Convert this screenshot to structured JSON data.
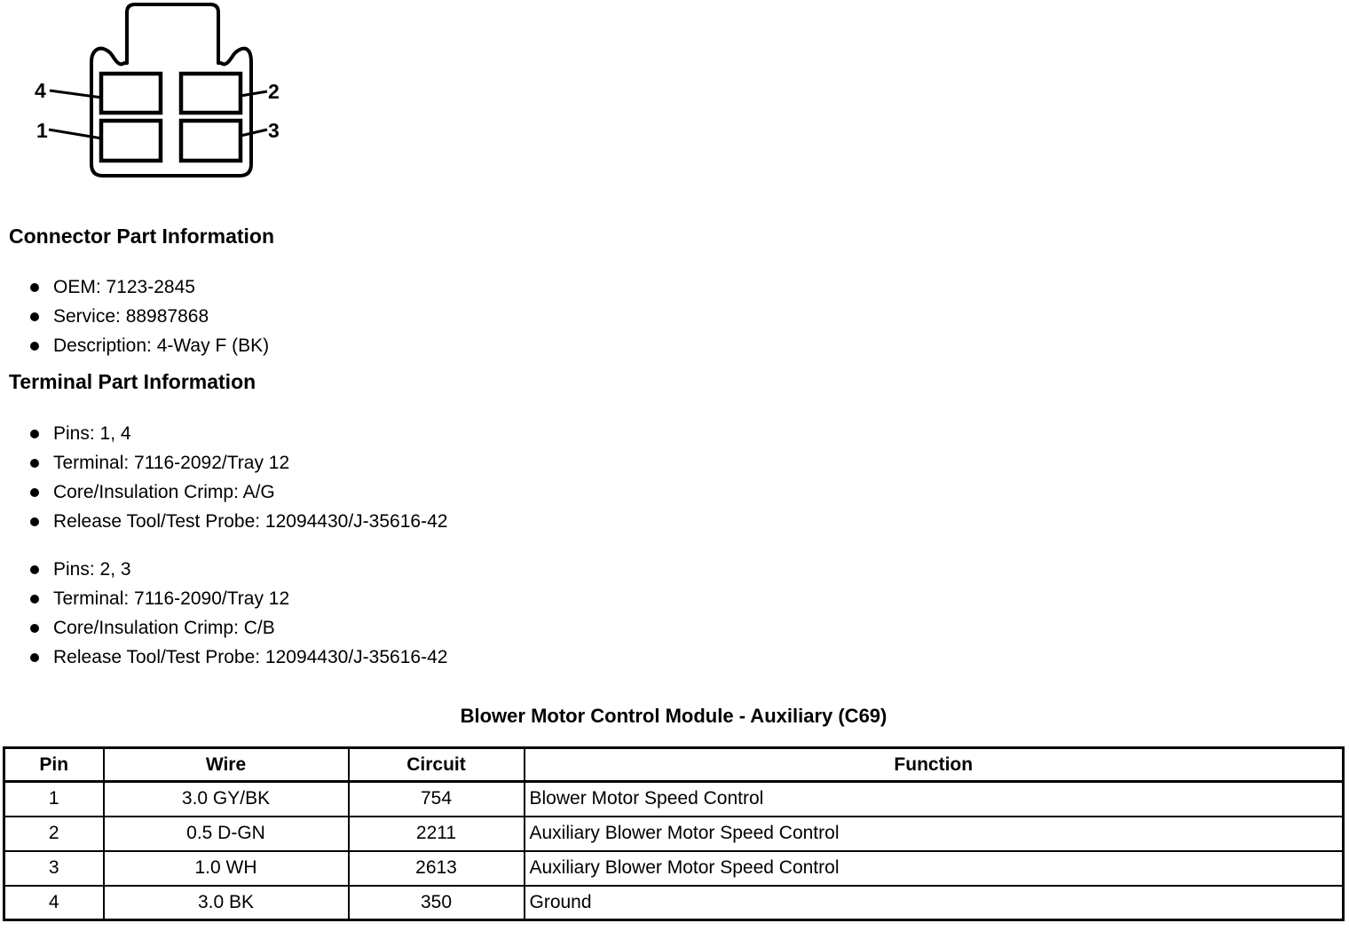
{
  "colors": {
    "background": "#ffffff",
    "ink": "#000000"
  },
  "connector_diagram": {
    "pin_labels": {
      "top_left": "4",
      "bottom_left": "1",
      "top_right": "2",
      "bottom_right": "3"
    }
  },
  "connector_part_information": {
    "heading": "Connector Part Information",
    "items": [
      "OEM: 7123-2845",
      "Service: 88987868",
      "Description: 4-Way F (BK)"
    ]
  },
  "terminal_part_information": {
    "heading": "Terminal Part Information",
    "groups": [
      {
        "items": [
          "Pins: 1, 4",
          "Terminal: 7116-2092/Tray 12",
          "Core/Insulation Crimp: A/G",
          "Release Tool/Test Probe: 12094430/J-35616-42"
        ]
      },
      {
        "items": [
          "Pins: 2, 3",
          "Terminal: 7116-2090/Tray 12",
          "Core/Insulation Crimp: C/B",
          "Release Tool/Test Probe: 12094430/J-35616-42"
        ]
      }
    ]
  },
  "pinout_table": {
    "title": "Blower Motor Control Module - Auxiliary (C69)",
    "headers": [
      "Pin",
      "Wire",
      "Circuit",
      "Function"
    ],
    "rows": [
      [
        "1",
        "3.0 GY/BK",
        "754",
        "Blower Motor Speed Control"
      ],
      [
        "2",
        "0.5 D-GN",
        "2211",
        "Auxiliary Blower Motor Speed Control"
      ],
      [
        "3",
        "1.0 WH",
        "2613",
        "Auxiliary Blower Motor Speed Control"
      ],
      [
        "4",
        "3.0 BK",
        "350",
        "Ground"
      ]
    ]
  }
}
